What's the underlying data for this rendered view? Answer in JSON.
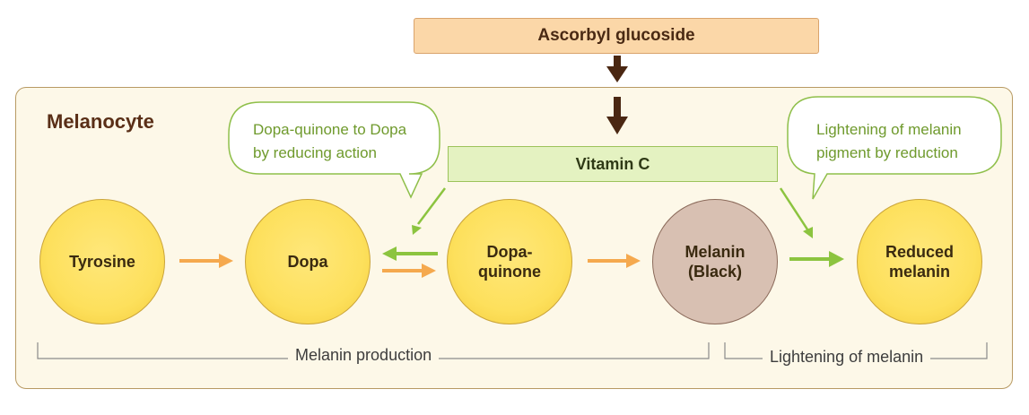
{
  "top_box": {
    "label": "Ascorbyl glucoside"
  },
  "cell": {
    "title": "Melanocyte"
  },
  "vitamin_c": {
    "label": "Vitamin C"
  },
  "nodes": {
    "tyrosine": "Tyrosine",
    "dopa": "Dopa",
    "dopaquinone_line1": "Dopa-",
    "dopaquinone_line2": "quinone",
    "melanin_line1": "Melanin",
    "melanin_line2": "(Black)",
    "reduced_line1": "Reduced",
    "reduced_line2": "melanin"
  },
  "bubbles": {
    "left_line1": "Dopa-quinone to Dopa",
    "left_line2": "by reducing action",
    "right_line1": "Lightening of melanin",
    "right_line2": "pigment by reduction"
  },
  "brackets": {
    "production": "Melanin production",
    "lightening": "Lightening of melanin"
  },
  "colors": {
    "orange_arrow": "#f5a94e",
    "green_arrow": "#8cc43f",
    "brown_arrow": "#4a2712",
    "bubble_border": "#8fbf4a"
  }
}
